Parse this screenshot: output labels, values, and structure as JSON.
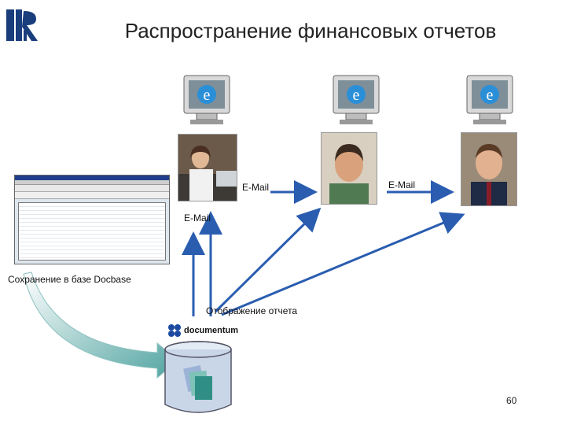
{
  "slide": {
    "title": "Распространение финансовых отчетов",
    "page_number": "60"
  },
  "labels": {
    "email_1": "E-Mail",
    "email_2": "E-Mail",
    "email_3": "E-Mail",
    "save_to_docbase": "Сохранение в базе Docbase",
    "report_display": "Отображение отчета",
    "documentum_brand": "documentum"
  },
  "icons": {
    "logo": "university-logo-icon",
    "monitor": "internet-explorer-monitor-icon",
    "database": "database-cylinder-icon"
  },
  "colors": {
    "arrow": "#2a5db0",
    "teal_arrow": "#4fa3a0",
    "db_fill": "#c9d6e8",
    "doc_blue": "#1b4aa0"
  }
}
